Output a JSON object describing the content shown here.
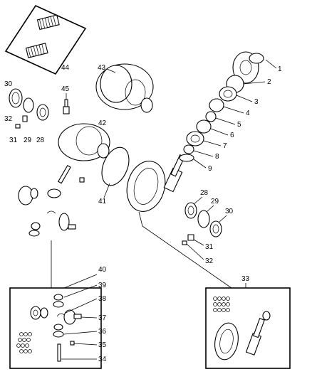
{
  "callouts": {
    "c1": "1",
    "c2": "2",
    "c3": "3",
    "c4": "4",
    "c5": "5",
    "c6": "6",
    "c7": "7",
    "c8": "8",
    "c9": "9",
    "c28a": "28",
    "c29a": "29",
    "c30a": "30",
    "c31a": "31",
    "c32a": "32",
    "c30b": "30",
    "c32b": "32",
    "c31b": "31",
    "c29b": "29",
    "c28b": "28",
    "c33": "33",
    "c34": "34",
    "c35": "35",
    "c36": "36",
    "c37": "37",
    "c38": "38",
    "c39": "39",
    "c40": "40",
    "c41": "41",
    "c42": "42",
    "c43": "43",
    "c44": "44",
    "c45": "45"
  }
}
